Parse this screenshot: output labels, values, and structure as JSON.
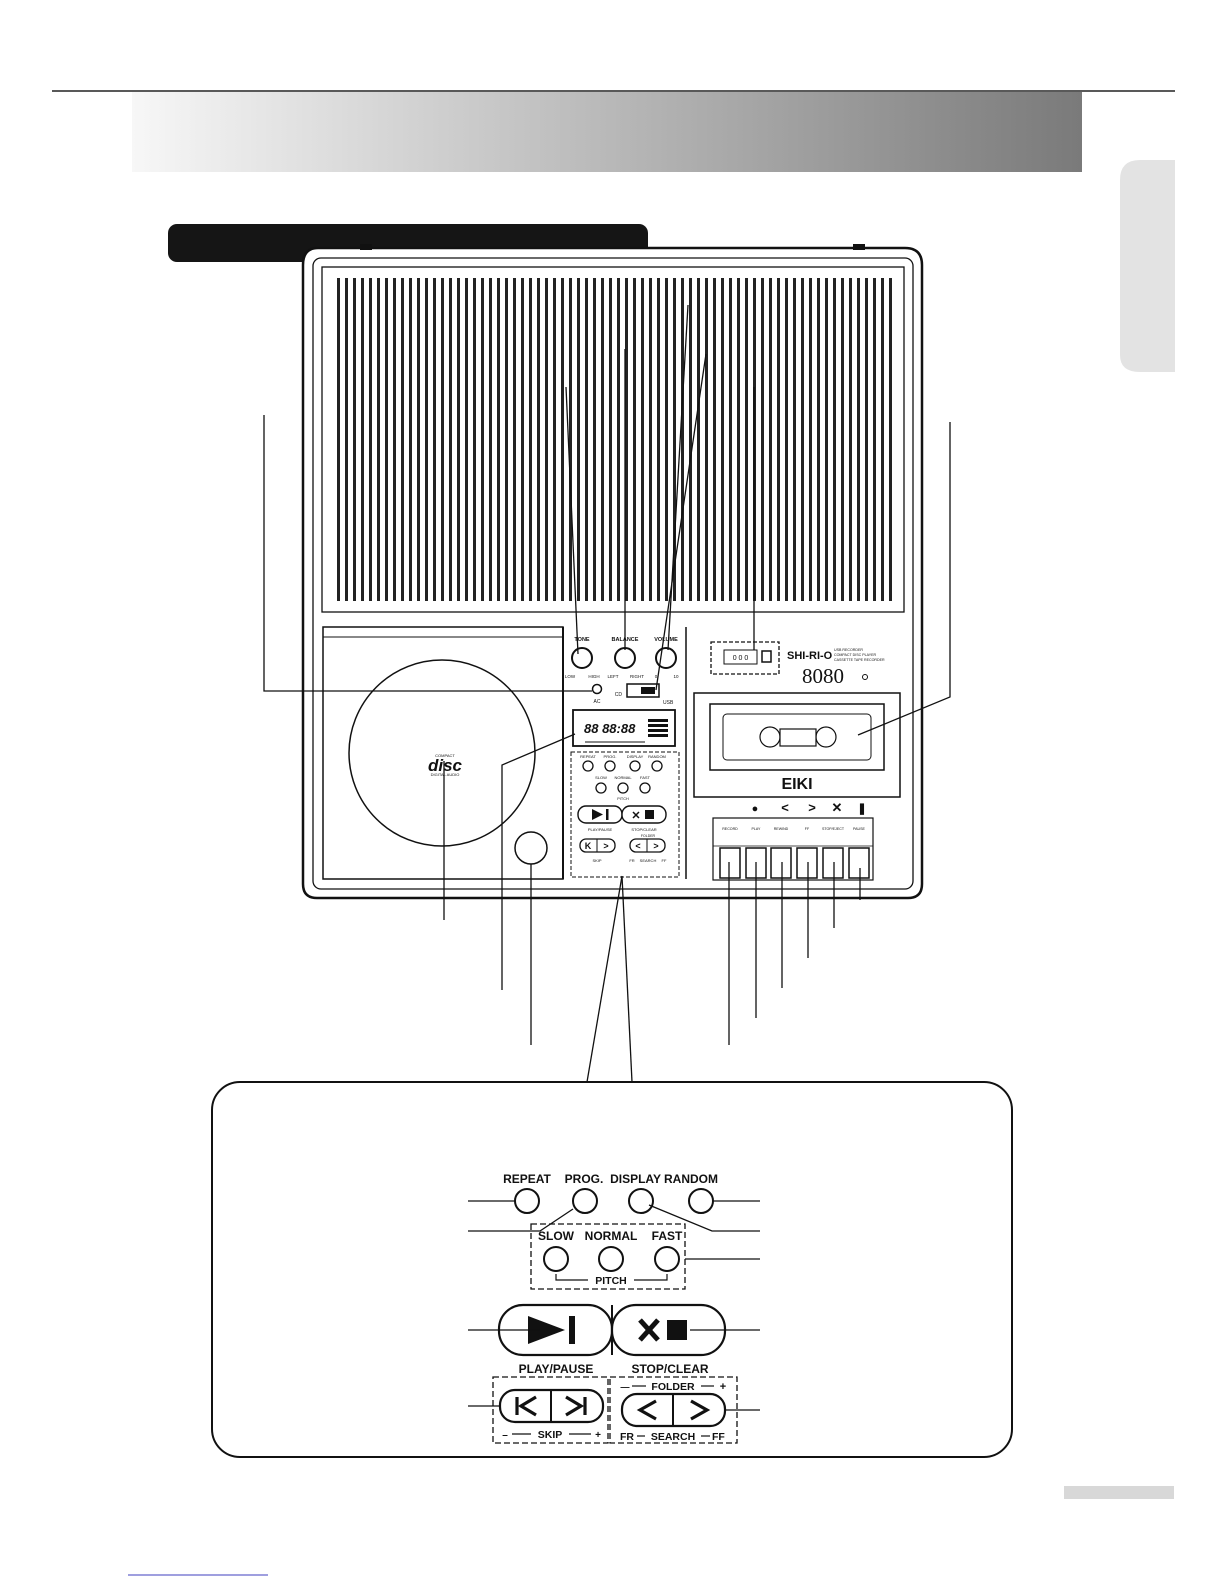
{
  "device": {
    "brand_logo": "EIKI",
    "model_logo_text": "SHI-RI-O",
    "model_number": "8080",
    "model_subtitle_lines": [
      "USB RECORDER",
      "COMPACT DISC PLAYER",
      "CASSETTE TAPE RECORDER"
    ],
    "knobs": {
      "tone": {
        "label": "TONE",
        "left": "LOW",
        "right": "HIGH"
      },
      "balance": {
        "label": "BALANCE",
        "left": "LEFT",
        "right": "RIGHT"
      },
      "volume": {
        "label": "VOLUME",
        "left": "0",
        "right": "10"
      }
    },
    "ac_jack_label": "AC",
    "source_switch": {
      "left": "CD",
      "right": "USB"
    },
    "counter_digits": "0 0 0",
    "lcd_text": "88  88:88",
    "cd_logo": {
      "line1": "COMPACT",
      "word": "disc",
      "line2": "DIGITAL AUDIO"
    },
    "small_panel": {
      "top_buttons": [
        "REPEAT",
        "PROG.",
        "DISPLAY",
        "RANDOM"
      ],
      "pitch_buttons": [
        "SLOW",
        "NORMAL",
        "FAST"
      ],
      "pitch_label": "PITCH",
      "play_pause": "PLAY/PAUSE",
      "stop_clear": "STOP/CLEAR",
      "folder": "FOLDER",
      "skip": "SKIP",
      "search_left": "FR",
      "search": "SEARCH",
      "search_right": "FF"
    },
    "tape_buttons": [
      "RECORD",
      "PLAY",
      "REWIND",
      "FF",
      "STOP/EJECT",
      "PAUSE"
    ],
    "tape_symbols": [
      "●",
      "<",
      ">",
      "✕",
      "❚"
    ]
  },
  "detail": {
    "top_buttons": [
      "REPEAT",
      "PROG.",
      "DISPLAY",
      "RANDOM"
    ],
    "pitch_buttons": [
      "SLOW",
      "NORMAL",
      "FAST"
    ],
    "pitch_label": "PITCH",
    "play_pause_label": "PLAY/PAUSE",
    "stop_clear_label": "STOP/CLEAR",
    "folder_label": "FOLDER",
    "folder_minus": "—",
    "folder_plus": "+",
    "skip_label": "SKIP",
    "skip_minus": "–",
    "skip_plus": "+",
    "search_left": "FR",
    "search_label": "SEARCH",
    "search_right": "FF"
  }
}
